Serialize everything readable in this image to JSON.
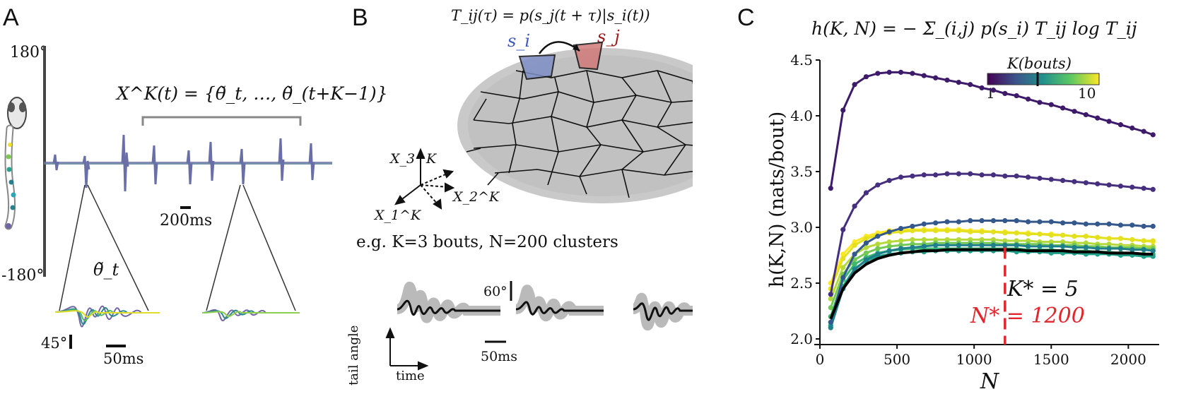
{
  "panels": {
    "a": {
      "letter": "A",
      "y_top": "180°",
      "y_bottom": "-180°",
      "window_formula": "X^K(t) = {θ̃_t, …, θ̃_(t+K−1)}",
      "time_scale": "200ms",
      "zoom_label": "θ̃_t",
      "zoom_angle_scale": "45°",
      "zoom_time_scale": "50ms"
    },
    "b": {
      "letter": "B",
      "transition_formula": "T_ij(τ) = p(s_j(t + τ)|s_i(t))",
      "state_i": "s_i",
      "state_j": "s_j",
      "axis_labels": [
        "X_3^K",
        "X_2^K",
        "X_1^K"
      ],
      "example_caption": "e.g. K=3 bouts, N=200 clusters",
      "angle_scale": "60°",
      "time_scale": "50ms",
      "y_axis_label": "tail angle",
      "x_axis_label": "time"
    },
    "c": {
      "letter": "C",
      "entropy_formula": "h(K, N) = − Σ_(i,j) p(s_i) T_ij log T_ij",
      "colorbar_title": "K(bouts)",
      "colorbar_min": "1",
      "colorbar_max": "10",
      "k_star": "K* = 5",
      "n_star": "N* = 1200"
    }
  },
  "chart_data": {
    "type": "line",
    "xlabel": "N",
    "ylabel": "h(K,N) (nats/bout)",
    "xlim": [
      0,
      2200
    ],
    "ylim": [
      2.0,
      4.5
    ],
    "xticks": [
      0,
      500,
      1000,
      1500,
      2000
    ],
    "yticks": [
      2.0,
      2.5,
      3.0,
      3.5,
      4.0,
      4.5
    ],
    "x": [
      70,
      150,
      225,
      300,
      375,
      450,
      525,
      600,
      675,
      750,
      825,
      900,
      975,
      1050,
      1125,
      1200,
      1275,
      1350,
      1425,
      1500,
      1575,
      1650,
      1725,
      1800,
      1875,
      1950,
      2025,
      2100,
      2160
    ],
    "series": [
      {
        "k": 1,
        "color": "#3d1a6a",
        "values": [
          3.35,
          4.05,
          4.28,
          4.35,
          4.38,
          4.39,
          4.39,
          4.38,
          4.36,
          4.34,
          4.32,
          4.3,
          4.28,
          4.25,
          4.23,
          4.2,
          4.18,
          4.15,
          4.12,
          4.1,
          4.07,
          4.04,
          4.01,
          3.98,
          3.95,
          3.92,
          3.89,
          3.86,
          3.83
        ]
      },
      {
        "k": 2,
        "color": "#462f7e",
        "values": [
          2.4,
          2.98,
          3.19,
          3.31,
          3.38,
          3.42,
          3.45,
          3.46,
          3.47,
          3.47,
          3.48,
          3.48,
          3.48,
          3.47,
          3.47,
          3.46,
          3.46,
          3.45,
          3.44,
          3.43,
          3.42,
          3.41,
          3.4,
          3.39,
          3.38,
          3.37,
          3.36,
          3.35,
          3.34
        ]
      },
      {
        "k": 3,
        "color": "#34588c",
        "values": [
          2.15,
          2.55,
          2.76,
          2.86,
          2.92,
          2.96,
          2.99,
          3.01,
          3.03,
          3.04,
          3.05,
          3.05,
          3.06,
          3.06,
          3.06,
          3.06,
          3.06,
          3.05,
          3.05,
          3.05,
          3.04,
          3.04,
          3.03,
          3.03,
          3.03,
          3.02,
          3.02,
          3.01,
          3.01
        ]
      },
      {
        "k": 4,
        "color": "#1f7f8b",
        "values": [
          2.1,
          2.45,
          2.62,
          2.71,
          2.76,
          2.79,
          2.81,
          2.82,
          2.83,
          2.84,
          2.84,
          2.84,
          2.84,
          2.84,
          2.84,
          2.84,
          2.84,
          2.83,
          2.83,
          2.83,
          2.83,
          2.82,
          2.82,
          2.81,
          2.81,
          2.81,
          2.8,
          2.8,
          2.79
        ]
      },
      {
        "k": 5,
        "color": "#1fa088",
        "values": [
          2.12,
          2.47,
          2.63,
          2.7,
          2.74,
          2.76,
          2.77,
          2.78,
          2.78,
          2.79,
          2.79,
          2.79,
          2.79,
          2.79,
          2.79,
          2.79,
          2.78,
          2.78,
          2.78,
          2.77,
          2.77,
          2.77,
          2.76,
          2.76,
          2.76,
          2.75,
          2.75,
          2.74,
          2.74
        ]
      },
      {
        "k": 6,
        "color": "#3cb870",
        "values": [
          2.2,
          2.53,
          2.67,
          2.73,
          2.77,
          2.79,
          2.8,
          2.81,
          2.81,
          2.81,
          2.81,
          2.81,
          2.81,
          2.81,
          2.81,
          2.81,
          2.81,
          2.8,
          2.8,
          2.8,
          2.79,
          2.79,
          2.79,
          2.78,
          2.78,
          2.77,
          2.77,
          2.76,
          2.76
        ]
      },
      {
        "k": 7,
        "color": "#73c953",
        "values": [
          2.28,
          2.58,
          2.71,
          2.77,
          2.81,
          2.83,
          2.84,
          2.85,
          2.85,
          2.86,
          2.86,
          2.86,
          2.86,
          2.86,
          2.86,
          2.85,
          2.85,
          2.85,
          2.85,
          2.84,
          2.84,
          2.84,
          2.83,
          2.83,
          2.82,
          2.82,
          2.82,
          2.81,
          2.81
        ]
      },
      {
        "k": 8,
        "color": "#b5d93a",
        "values": [
          2.36,
          2.64,
          2.76,
          2.82,
          2.85,
          2.87,
          2.88,
          2.89,
          2.89,
          2.89,
          2.89,
          2.89,
          2.89,
          2.89,
          2.89,
          2.88,
          2.88,
          2.88,
          2.87,
          2.87,
          2.87,
          2.86,
          2.86,
          2.85,
          2.85,
          2.84,
          2.84,
          2.83,
          2.83
        ]
      },
      {
        "k": 9,
        "color": "#e3e01f",
        "values": [
          2.45,
          2.72,
          2.84,
          2.9,
          2.93,
          2.95,
          2.96,
          2.97,
          2.97,
          2.97,
          2.97,
          2.97,
          2.96,
          2.96,
          2.96,
          2.95,
          2.95,
          2.94,
          2.94,
          2.93,
          2.93,
          2.92,
          2.92,
          2.91,
          2.9,
          2.9,
          2.89,
          2.88,
          2.88
        ]
      },
      {
        "k": 10,
        "color": "#fde725",
        "values": [
          2.5,
          2.76,
          2.87,
          2.92,
          2.95,
          2.97,
          2.98,
          2.98,
          2.98,
          2.98,
          2.98,
          2.98,
          2.97,
          2.97,
          2.96,
          2.96,
          2.95,
          2.95,
          2.94,
          2.94,
          2.93,
          2.92,
          2.92,
          2.91,
          2.9,
          2.9,
          2.89,
          2.88,
          2.87
        ]
      }
    ],
    "smoothed": {
      "color": "#000000",
      "values": [
        2.18,
        2.45,
        2.59,
        2.67,
        2.72,
        2.75,
        2.77,
        2.78,
        2.79,
        2.79,
        2.8,
        2.8,
        2.8,
        2.8,
        2.8,
        2.8,
        2.8,
        2.79,
        2.79,
        2.79,
        2.79,
        2.78,
        2.78,
        2.78,
        2.77,
        2.77,
        2.77,
        2.76,
        2.76
      ]
    },
    "optimal_n": 1200,
    "optimal_n_color": "#e3262e",
    "k_star_index": 5
  }
}
